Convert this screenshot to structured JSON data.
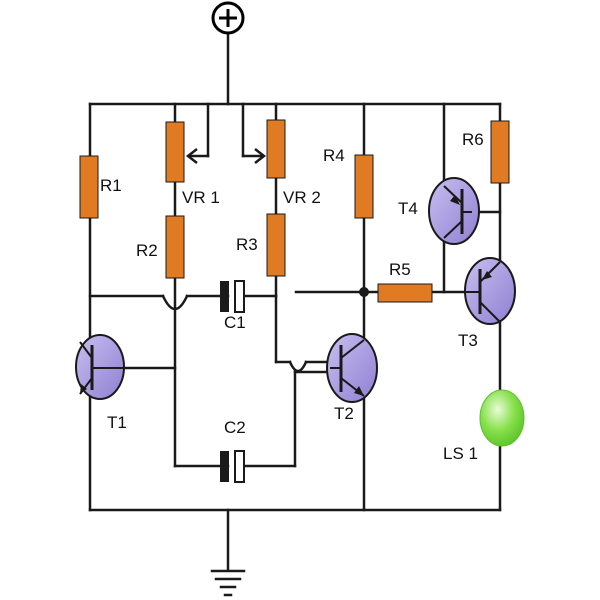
{
  "supply_symbol": "+",
  "labels": {
    "r1": "R1",
    "vr1": "VR 1",
    "r2": "R2",
    "vr2": "VR 2",
    "r3": "R3",
    "r4": "R4",
    "r5": "R5",
    "r6": "R6",
    "c1": "C1",
    "c2": "C2",
    "t1": "T1",
    "t2": "T2",
    "t3": "T3",
    "t4": "T4",
    "ls1": "LS 1"
  },
  "colors": {
    "wire": "#1a1a1a",
    "resistor": "#e07b24",
    "transistor_fill": "#9a8ad8",
    "transistor_stroke": "#1a1a1a",
    "capacitor": "#1a1a1a",
    "lamp": "#86e04a",
    "lamp_highlight": "#d8f7c0"
  }
}
